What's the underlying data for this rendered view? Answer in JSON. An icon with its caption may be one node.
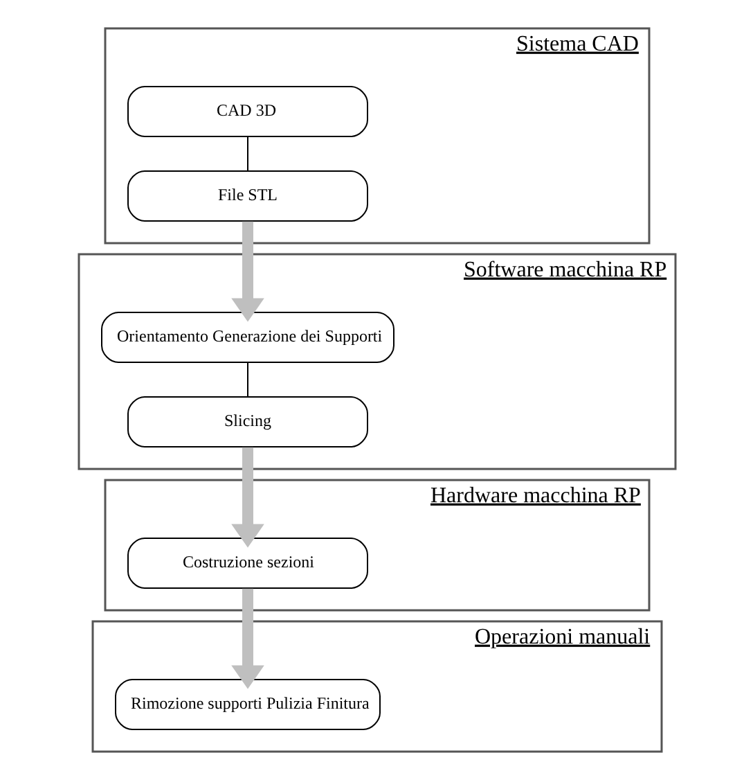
{
  "diagram": {
    "nodes": [
      {
        "text": [
          "Sistema CAD"
        ]
      },
      {
        "text": [
          "CAD 3D"
        ],
        "in": 0
      },
      {
        "text": [
          "File STL"
        ],
        "in": 0
      },
      {
        "text": [
          "Software macchina RP"
        ]
      },
      {
        "text": [
          "Orientamento Generazione dei Supporti"
        ],
        "in": 3
      },
      {
        "text": [
          "Slicing"
        ],
        "in": 3
      },
      {
        "text": [
          "Hardware macchina RP"
        ]
      },
      {
        "text": [
          "Costruzione sezioni"
        ],
        "in": 6
      },
      {
        "text": [
          "Operazioni manuali"
        ]
      },
      {
        "text": [
          "Rimozione supporti Pulizia Finitura"
        ],
        "in": 8
      }
    ],
    "edges": [
      {
        "from": 1,
        "to": 2,
        "arrow": "none",
        "color": "#000000"
      },
      {
        "from": 2,
        "to": 4,
        "arrow": "to"
      },
      {
        "from": 4,
        "to": 5,
        "arrow": "none",
        "color": "#000000"
      },
      {
        "from": 5,
        "to": 7,
        "arrow": "to"
      },
      {
        "from": 7,
        "to": 9,
        "arrow": "to"
      }
    ]
  }
}
